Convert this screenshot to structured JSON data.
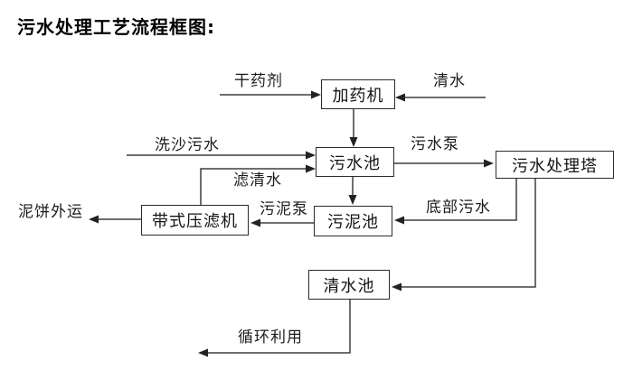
{
  "title": "污水处理工艺流程框图:",
  "diagram": {
    "nodes": {
      "dosing_machine": {
        "label": "加药机"
      },
      "sewage_pool": {
        "label": "污水池"
      },
      "treatment_tower": {
        "label": "污水处理塔"
      },
      "belt_filter_press": {
        "label": "带式压滤机"
      },
      "sludge_pool": {
        "label": "污泥池"
      },
      "clean_water_pool": {
        "label": "清水池"
      }
    },
    "edge_labels": {
      "dry_chemical": "干药剂",
      "clean_water": "清水",
      "sand_washing_sewage": "洗沙污水",
      "sewage_pump": "污水泵",
      "filtered_water": "滤清水",
      "sludge_pump": "污泥泵",
      "bottom_sewage": "底部污水",
      "mud_cake_transport": "泥饼外运",
      "recycling": "循环利用"
    },
    "colors": {
      "line": "#3f3f3f",
      "box_border": "#2b2b2b",
      "text": "#141414",
      "background": "#ffffff"
    }
  }
}
